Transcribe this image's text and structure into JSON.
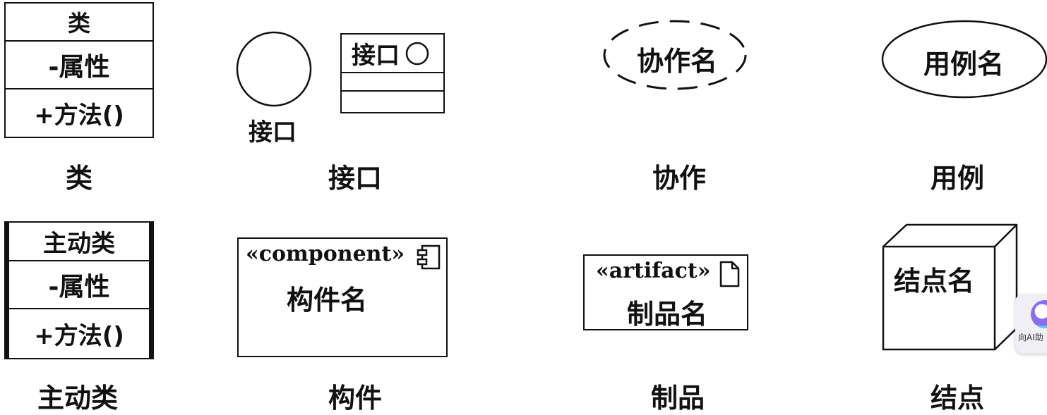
{
  "class_box": {
    "name": "类",
    "attribute": "-属性",
    "method": "+方法()",
    "caption": "类"
  },
  "interface": {
    "circle_label": "接口",
    "box_name": "接口",
    "caption": "接口"
  },
  "collaboration": {
    "name": "协作名",
    "caption": "协作"
  },
  "use_case": {
    "name": "用例名",
    "caption": "用例"
  },
  "active_class": {
    "name": "主动类",
    "attribute": "-属性",
    "method": "+方法()",
    "caption": "主动类"
  },
  "component": {
    "stereotype": "«component»",
    "name": "构件名",
    "caption": "构件"
  },
  "artifact": {
    "stereotype": "«artifact»",
    "name": "制品名",
    "caption": "制品"
  },
  "node": {
    "name": "结点名",
    "caption": "结点"
  },
  "ai_widget": {
    "label": "向AI助"
  }
}
